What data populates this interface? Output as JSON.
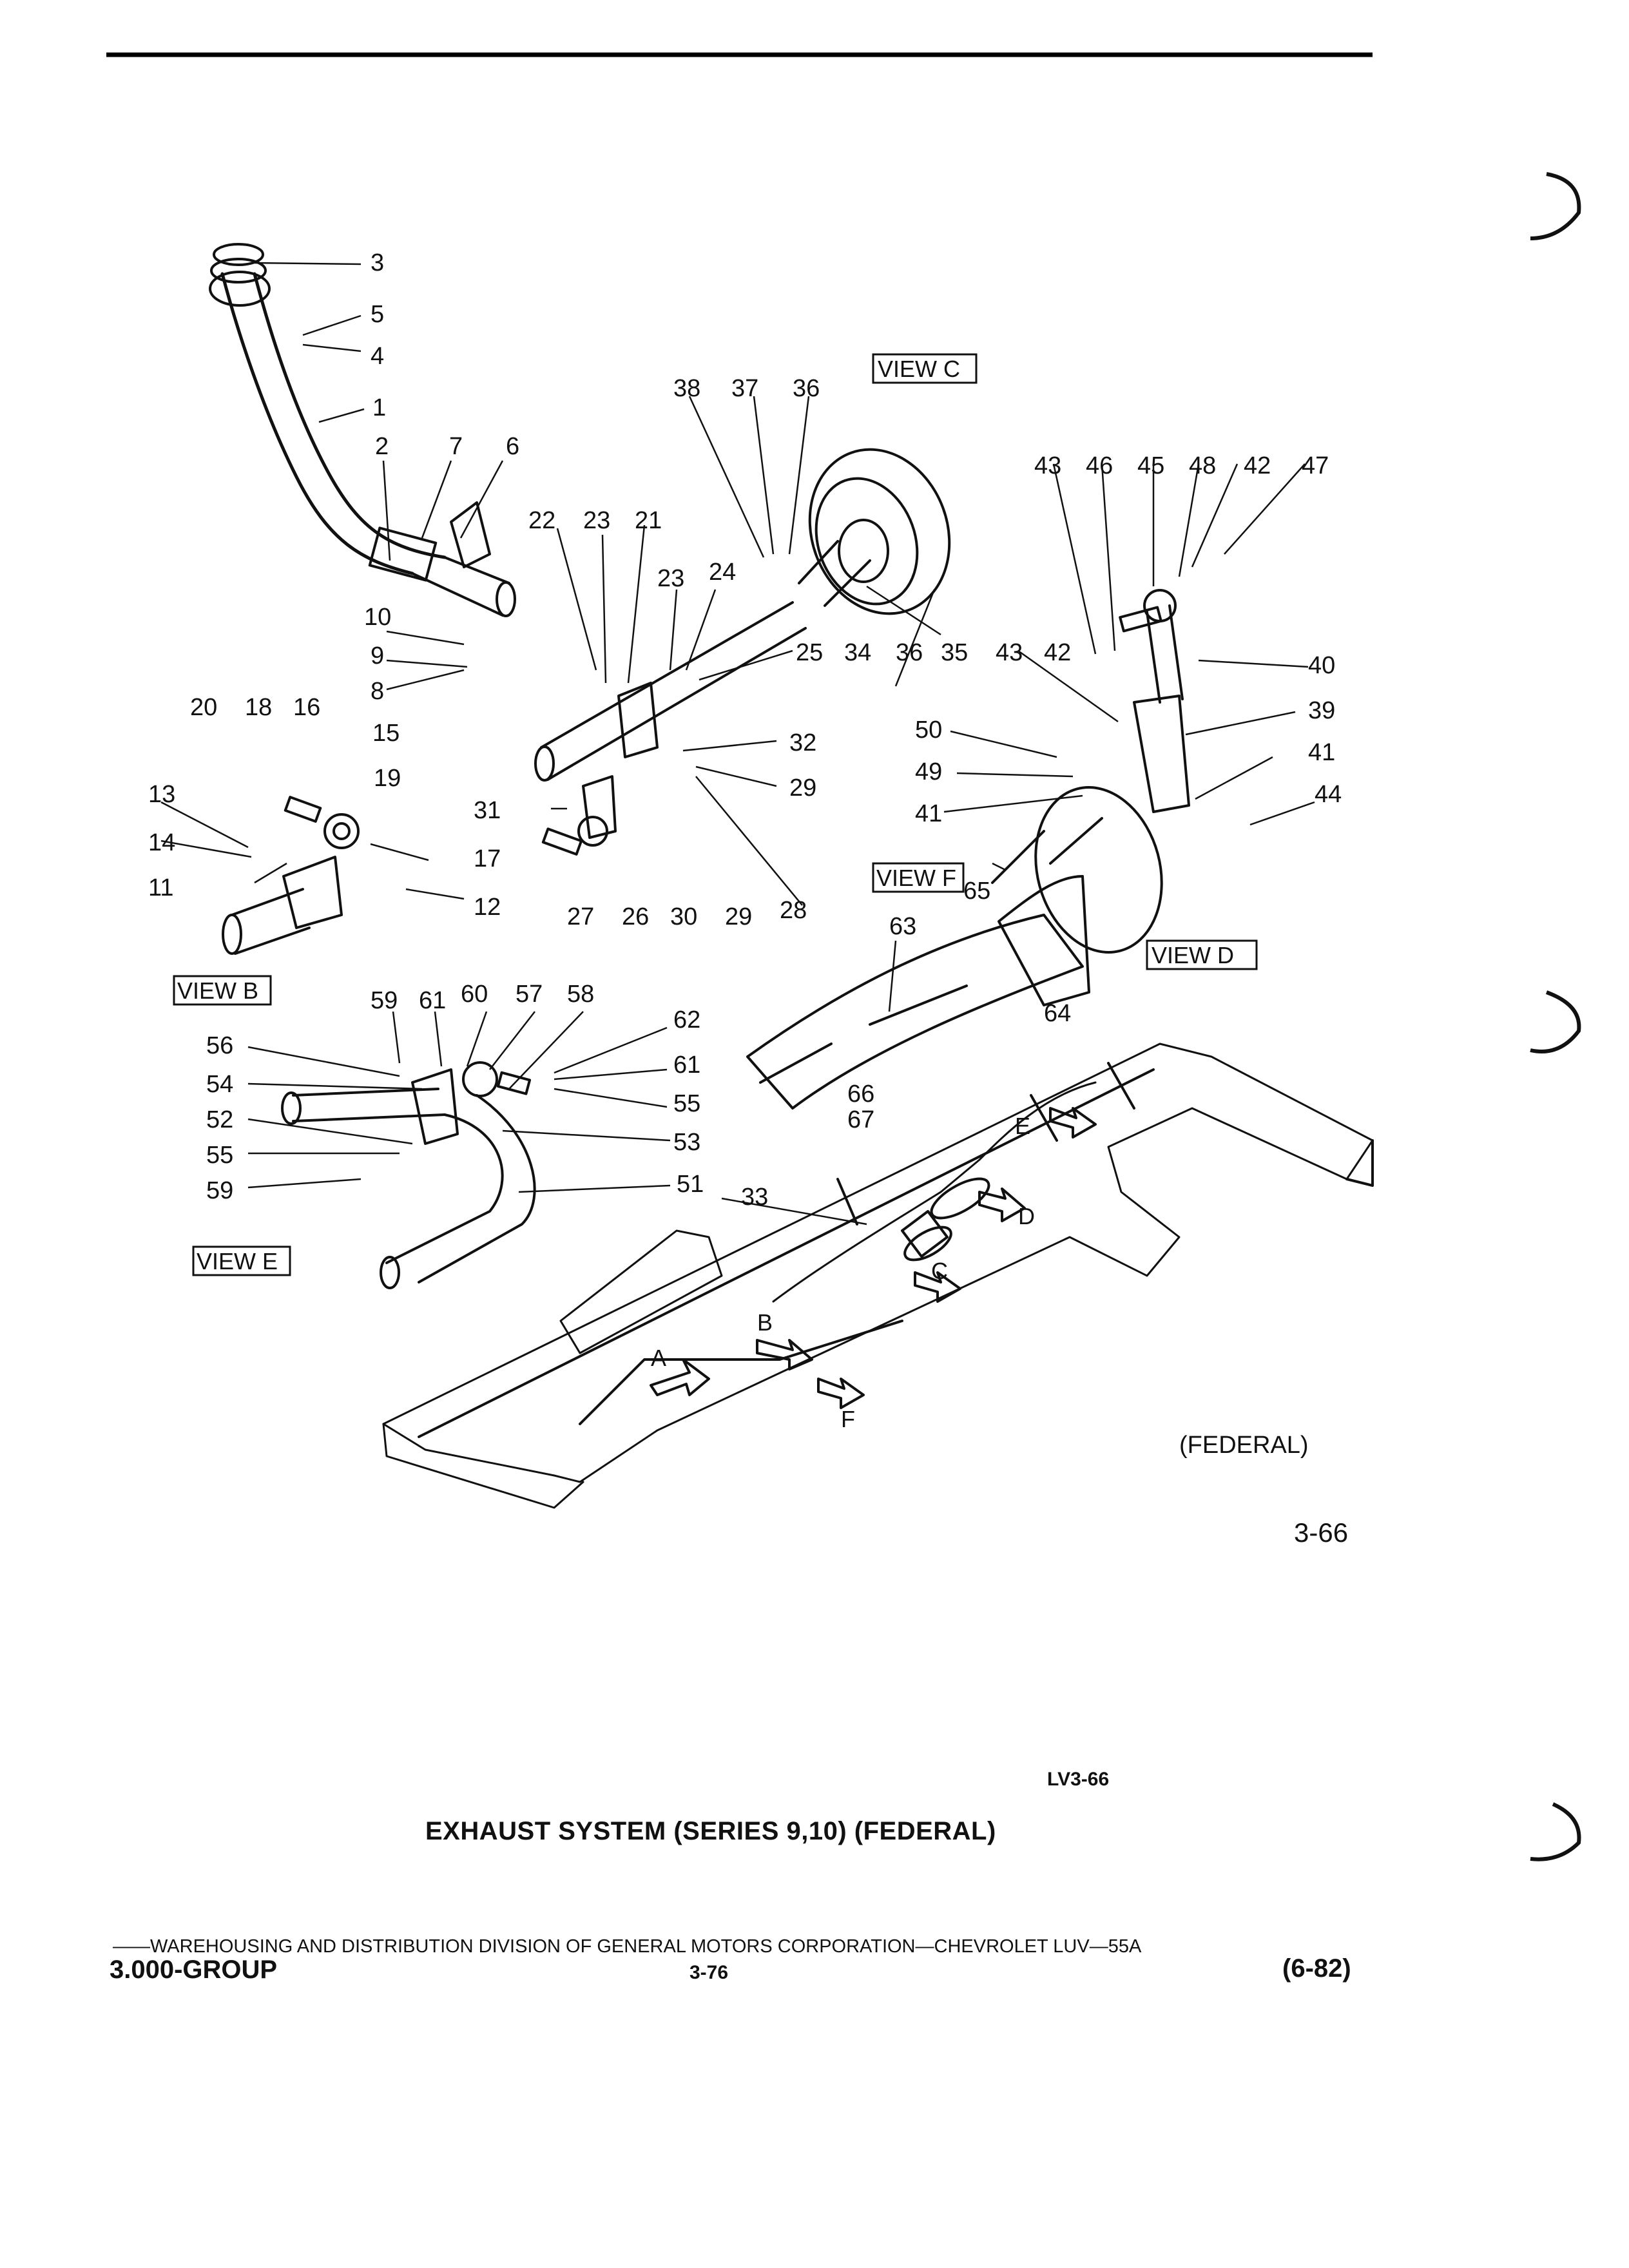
{
  "callouts": [
    "1",
    "2",
    "3",
    "4",
    "5",
    "6",
    "7",
    "8",
    "9",
    "10",
    "11",
    "12",
    "13",
    "14",
    "15",
    "16",
    "17",
    "18",
    "19",
    "20",
    "21",
    "22",
    "23",
    "24",
    "25",
    "26",
    "27",
    "28",
    "29",
    "30",
    "31",
    "32",
    "33",
    "34",
    "35",
    "36",
    "37",
    "38",
    "39",
    "40",
    "41",
    "42",
    "43",
    "44",
    "45",
    "46",
    "47",
    "48",
    "49",
    "50",
    "51",
    "52",
    "53",
    "54",
    "55",
    "56",
    "57",
    "58",
    "59",
    "60",
    "61",
    "62",
    "63",
    "64",
    "65",
    "66",
    "67"
  ],
  "views": {
    "b": "VIEW B",
    "c": "VIEW C",
    "d": "VIEW D",
    "e": "VIEW E",
    "f": "VIEW F"
  },
  "frame_arrows": [
    "A",
    "B",
    "C",
    "D",
    "E",
    "F"
  ],
  "variant_label": "(FEDERAL)",
  "reference_number": "3-66",
  "figure_code": "LV3-66",
  "caption": "EXHAUST SYSTEM (SERIES 9,10) (FEDERAL)",
  "footer": {
    "line": "——WAREHOUSING AND DISTRIBUTION  DIVISION OF GENERAL MOTORS CORPORATION—CHEVROLET LUV—55A",
    "group": "3.000-GROUP",
    "page": "3-76",
    "date": "(6-82)"
  }
}
